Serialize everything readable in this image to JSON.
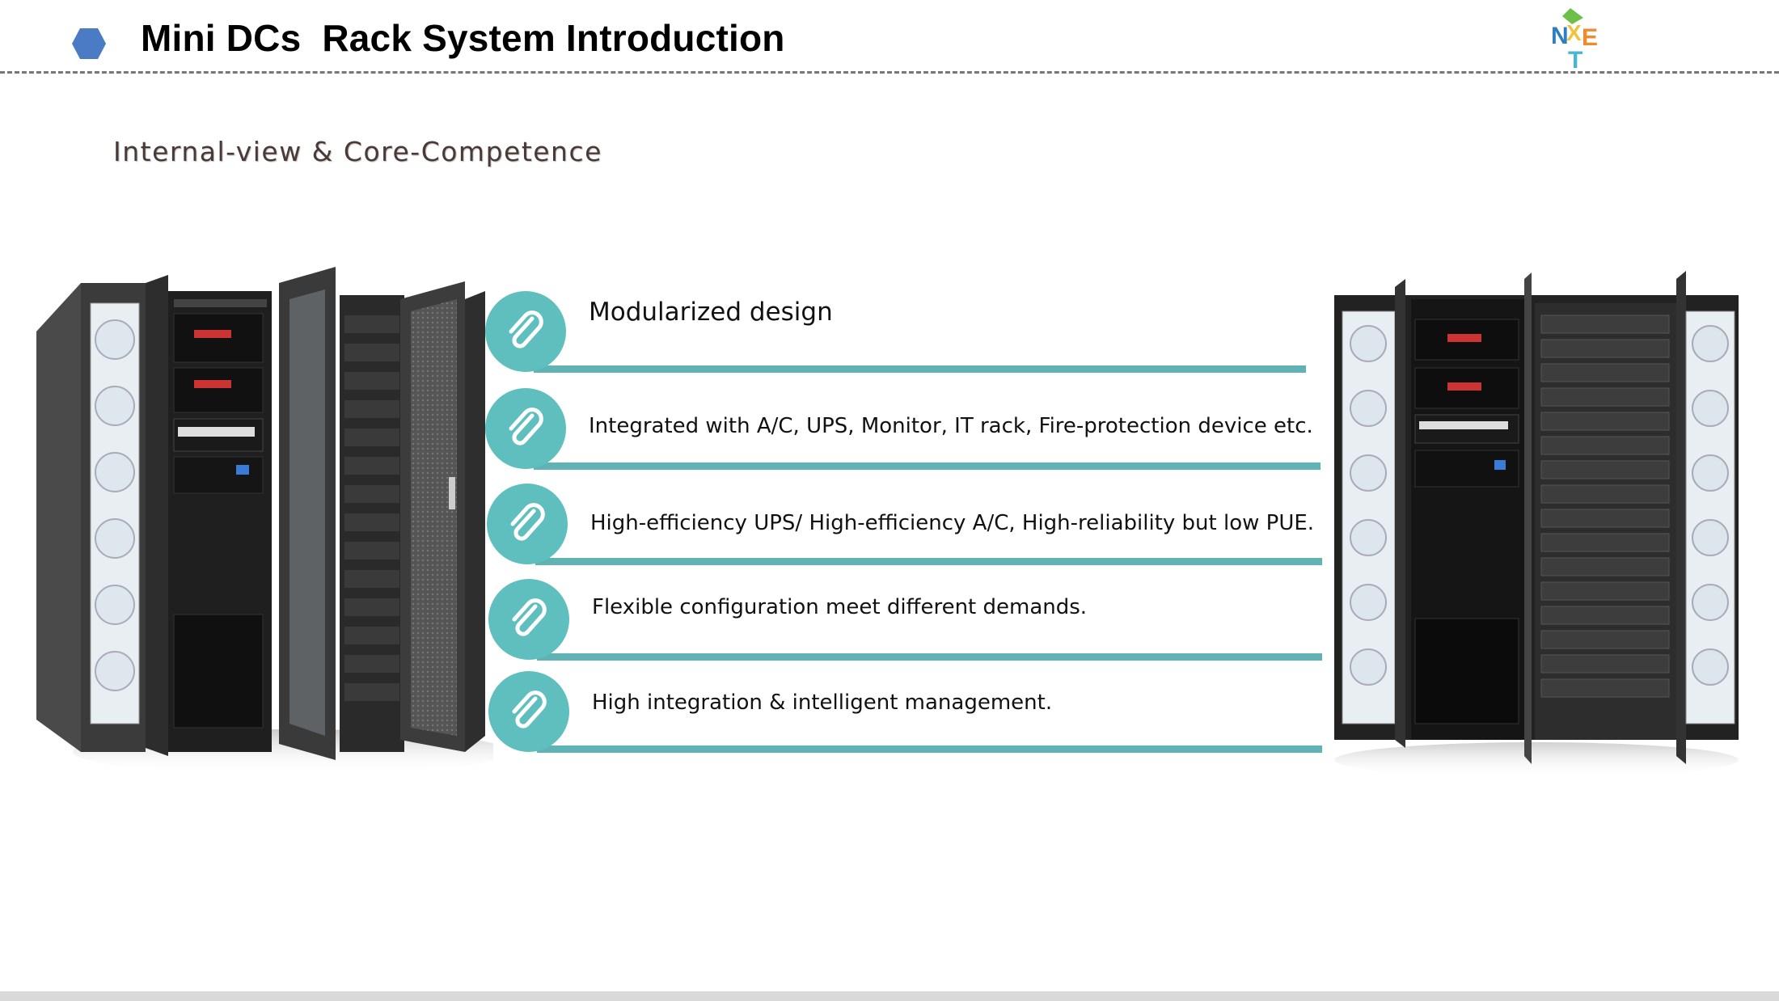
{
  "header": {
    "title": "Mini DCs  Rack System Introduction",
    "bullet_color": "#4a7bc4",
    "logo_letters": [
      "N",
      "X",
      "E",
      "T"
    ]
  },
  "subtitle": "Internal-view & Core-Competence",
  "features": [
    {
      "icon": "paperclip-icon",
      "label": "Modularized design"
    },
    {
      "icon": "paperclip-icon",
      "label": "Integrated with A/C, UPS, Monitor, IT rack, Fire-protection device etc."
    },
    {
      "icon": "paperclip-icon",
      "label": "High-efficiency UPS/ High-efficiency A/C, High-reliability but low PUE."
    },
    {
      "icon": "paperclip-icon",
      "label": "Flexible configuration meet different demands."
    },
    {
      "icon": "paperclip-icon",
      "label": "High integration & intelligent management."
    }
  ],
  "colors": {
    "accent_teal": "#5fbfbe",
    "bar_teal": "#5fb3b5",
    "rack_dark": "#2b2b2b"
  }
}
